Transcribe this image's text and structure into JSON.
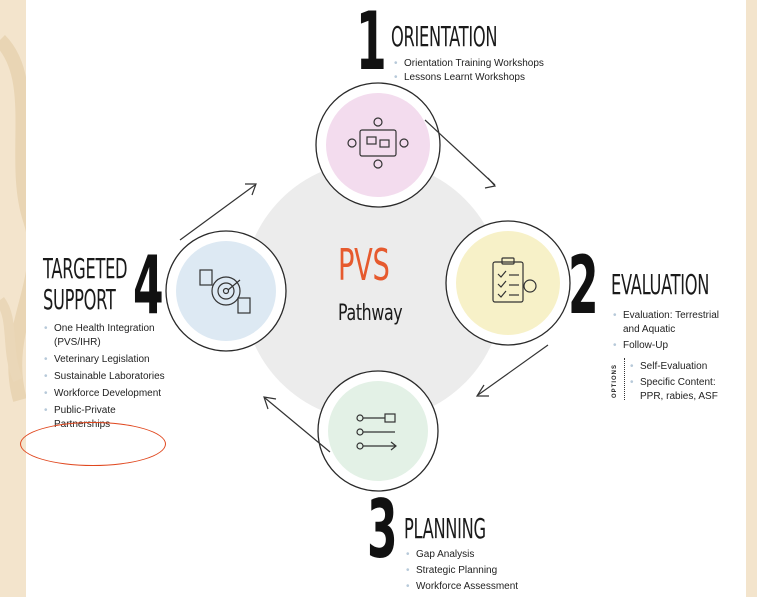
{
  "center": {
    "title": "PVS",
    "subtitle": "Pathway"
  },
  "steps": [
    {
      "number": "1",
      "title": "ORIENTATION",
      "items": [
        "Orientation Training Workshops",
        "Lessons Learnt Workshops"
      ]
    },
    {
      "number": "2",
      "title": "EVALUATION",
      "items": [
        "Evaluation: Terrestrial and Aquatic",
        "Follow-Up"
      ],
      "options_label": "OPTIONS",
      "options": [
        "Self-Evaluation",
        "Specific Content: PPR, rabies, ASF"
      ]
    },
    {
      "number": "3",
      "title": "PLANNING",
      "items": [
        "Gap Analysis",
        "Strategic Planning",
        "Workforce Assessment"
      ]
    },
    {
      "number": "4",
      "title_line1": "TARGETED",
      "title_line2": "SUPPORT",
      "items": [
        "One Health Integration (PVS/IHR)",
        "Veterinary Legislation",
        "Sustainable Laboratories",
        "Workforce Development",
        "Public-Private Partnerships"
      ]
    }
  ],
  "colors": {
    "pvs_orange": "#e65a2e",
    "circle_pink": "#f3dcee",
    "circle_yellow": "#f7f1c8",
    "circle_green": "#e3f1e6",
    "circle_blue": "#dde9f3",
    "center_gray": "#ececec",
    "highlight": "#e0471e"
  },
  "icons": [
    "workshop-table-icon",
    "checklist-gear-icon",
    "plan-flow-icon",
    "target-documents-icon"
  ]
}
